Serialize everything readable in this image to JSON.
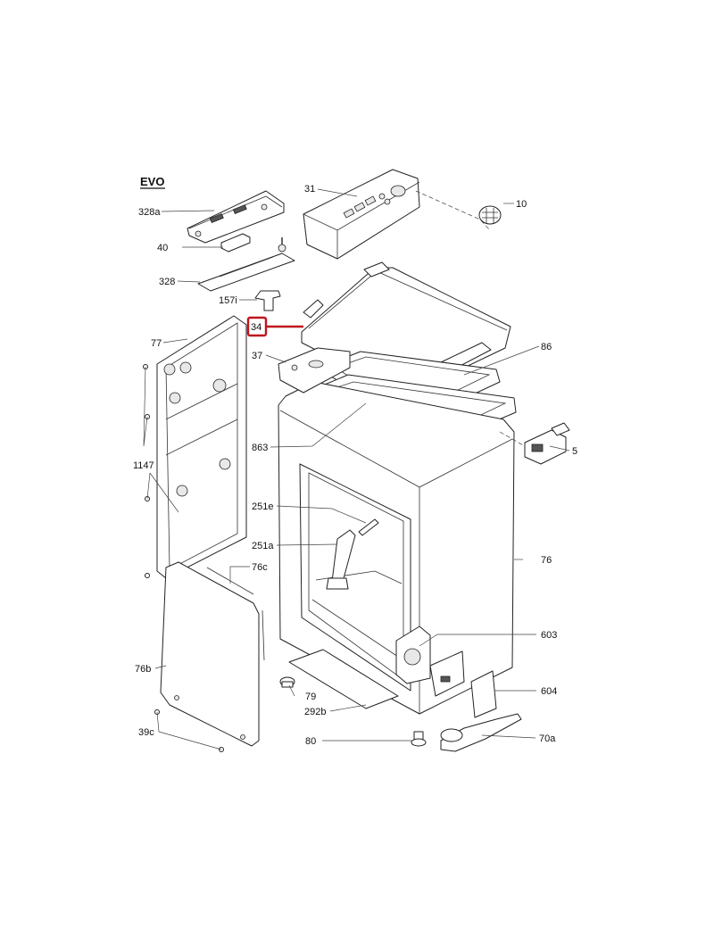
{
  "title": "EVO",
  "highlight_color": "#c0141c",
  "labels": {
    "p31": "31",
    "p10": "10",
    "p328a": "328a",
    "p40": "40",
    "p328": "328",
    "p157i": "157i",
    "p34": "34",
    "p77": "77",
    "p86": "86",
    "p37": "37",
    "p863": "863",
    "p5": "5",
    "p1147": "1147",
    "p251e": "251e",
    "p251a": "251a",
    "p76": "76",
    "p76c": "76c",
    "p603": "603",
    "p76b": "76b",
    "p79": "79",
    "p604": "604",
    "p292b": "292b",
    "p39c": "39c",
    "p80": "80",
    "p70a": "70a"
  }
}
